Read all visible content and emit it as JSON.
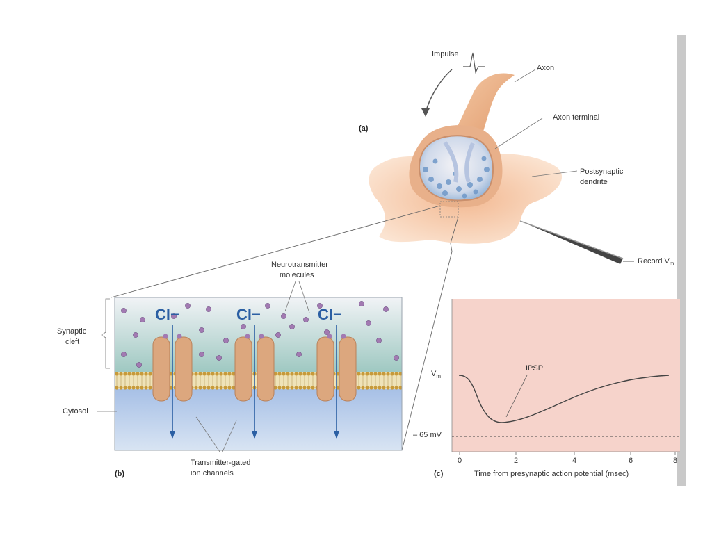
{
  "panel_a": {
    "tag": "(a)",
    "impulse": "Impulse",
    "axon": "Axon",
    "axon_terminal": "Axon terminal",
    "postsynaptic_1": "Postsynaptic",
    "postsynaptic_2": "dendrite",
    "record": "Record V"
  },
  "panel_b": {
    "tag": "(b)",
    "neuro_1": "Neurotransmitter",
    "neuro_2": "molecules",
    "synaptic_1": "Synaptic",
    "synaptic_2": "cleft",
    "cytosol": "Cytosol",
    "gated_1": "Transmitter-gated",
    "gated_2": "ion channels",
    "ion": "Cl−"
  },
  "panel_c": {
    "tag": "(c)",
    "vm": "Vm",
    "ipsp": "IPSP",
    "baseline": "– 65 mV",
    "xlabel": "Time from presynaptic action potential (msec)",
    "ticks": [
      "0",
      "2",
      "4",
      "6",
      "8"
    ]
  },
  "colors": {
    "chart_bg": "#f6d3cb",
    "cleft_top": "#eef1f4",
    "cleft_bottom": "#9cc7c0",
    "cytosol_top": "#a9c2e6",
    "cytosol_bottom": "#d5e2f2",
    "channel": "#dca77e",
    "ion_blue": "#2b5fa3",
    "molecule": "#a27ab2"
  }
}
